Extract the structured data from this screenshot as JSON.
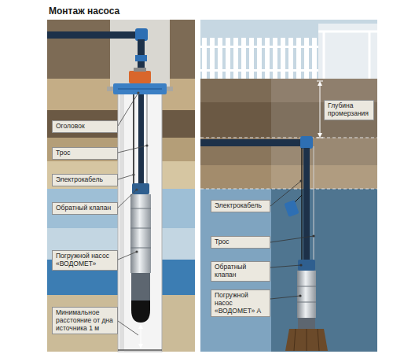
{
  "diagram": {
    "title": "Монтаж насоса",
    "nodes": [
      {
        "text": [
          "Оголовок"
        ]
      },
      {
        "text": [
          "Трос"
        ]
      },
      {
        "text": [
          "Электрокабель"
        ]
      },
      {
        "text": [
          "Обратный клапан"
        ]
      },
      {
        "text": [
          "Погружной насос «ВОДОМЕТ»"
        ]
      },
      {
        "text": [
          "Минимальное расстояние от дна источника 1 м"
        ]
      },
      {
        "text": [
          "Глубина промерзания"
        ]
      },
      {
        "text": [
          "Электрокабель"
        ]
      },
      {
        "text": [
          "Трос"
        ]
      },
      {
        "text": [
          "Обратный клапан"
        ]
      },
      {
        "text": [
          "Погружной насос «ВОДОМЕТ» А"
        ]
      }
    ]
  }
}
